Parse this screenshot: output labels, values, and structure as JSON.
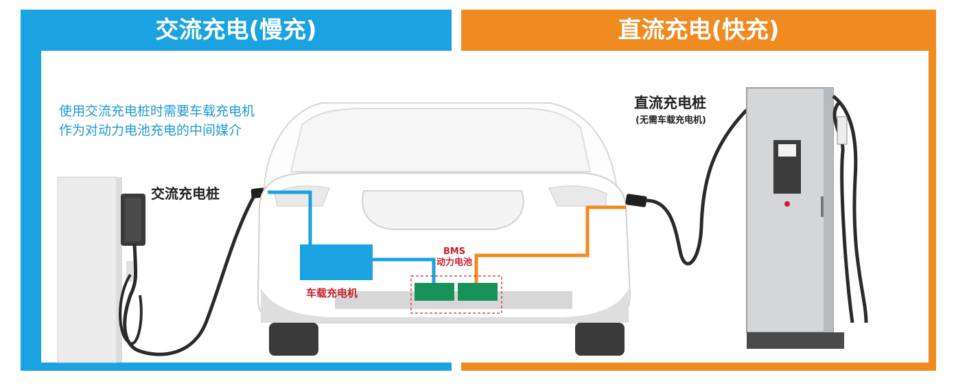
{
  "panels": {
    "left_title": "交流充电(慢充)",
    "right_title": "直流充电(快充)"
  },
  "labels": {
    "ac_note_line1": "使用交流充电桩时需要车载充电机",
    "ac_note_line2": "作为对动力电池充电的中间媒介",
    "ac_charger": "交流充电桩",
    "dc_charger": "直流充电桩",
    "dc_charger_note": "(无需车载充电机)",
    "bms": "BMS",
    "battery": "动力电池",
    "onboard_charger": "车载充电机"
  },
  "colors": {
    "ac_blue": "#1aa3e0",
    "dc_orange": "#ef8b21",
    "battery_green": "#17935a",
    "label_red": "#c8202b"
  }
}
